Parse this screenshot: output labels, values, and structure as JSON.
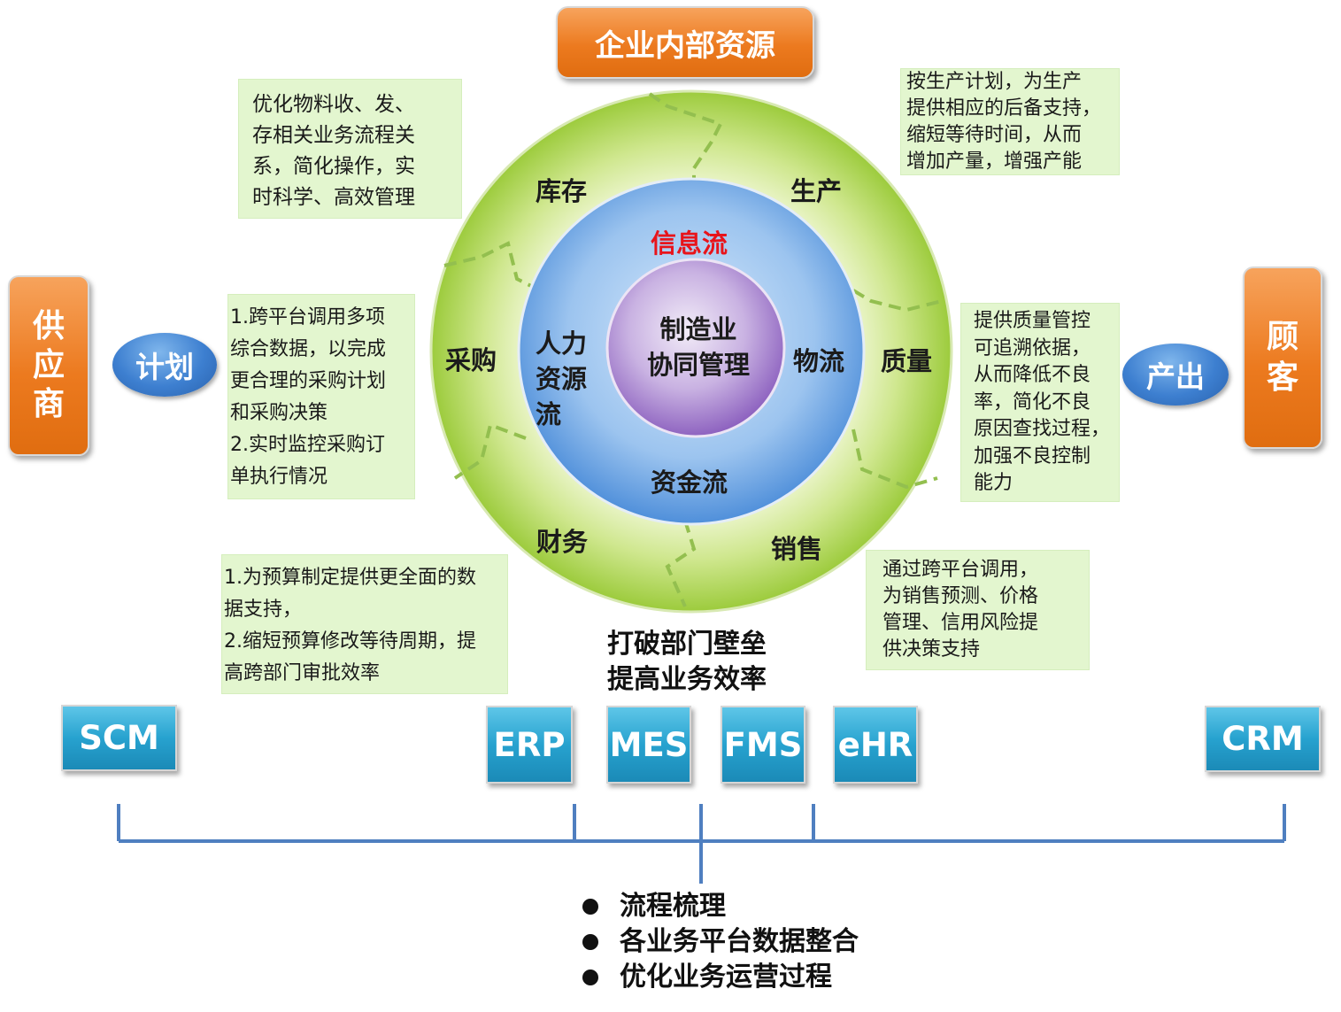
{
  "top_title": "企业内部资源",
  "left_entity": "供\n应\n商",
  "right_entity": "顾\n客",
  "left_oval": "计划",
  "right_oval": "产出",
  "ring_labels": {
    "inventory": "库存",
    "production": "生产",
    "purchasing": "采购",
    "quality": "质量",
    "finance": "财务",
    "sales": "销售"
  },
  "inner_labels": {
    "info_flow": "信息流",
    "hr_flow": "人力\n资源\n流",
    "logistics": "物流",
    "capital_flow": "资金流"
  },
  "core_label": "制造业\n协同管理",
  "notes": {
    "inventory": "优化物料收、发、\n存相关业务流程关\n系，简化操作，实\n时科学、高效管理",
    "production": "按生产计划，为生产\n提供相应的后备支持，\n缩短等待时间，从而\n增加产量，增强产能",
    "purchasing": "1.跨平台调用多项\n综合数据，以完成\n更合理的采购计划\n 和采购决策\n2.实时监控采购订\n单执行情况",
    "quality": "提供质量管控\n可追溯依据，\n从而降低不良\n率，简化不良\n原因查找过程，\n加强不良控制\n能力",
    "finance": "1.为预算制定提供更全面的数\n据支持，\n2.缩短预算修改等待周期，提\n高跨部门审批效率",
    "sales": "通过跨平台调用，\n为销售预测、价格\n管理、信用风险提\n供决策支持"
  },
  "slogan": "打破部门壁垒\n提高业务效率",
  "systems": [
    "SCM",
    "ERP",
    "MES",
    "FMS",
    "eHR",
    "CRM"
  ],
  "bullets": [
    "流程梳理",
    "各业务平台数据整合",
    "优化业务运营过程"
  ],
  "colors": {
    "orange": "#ec7a1f",
    "outer_ring": "#a9d24e",
    "middle_circle": "#5b9be0",
    "core": "#9b73c6",
    "info_flow_text": "#e8141b",
    "note_bg": "#e3f6cf",
    "system_button": "#27a2cf",
    "bracket_line": "#4f7fc0"
  }
}
